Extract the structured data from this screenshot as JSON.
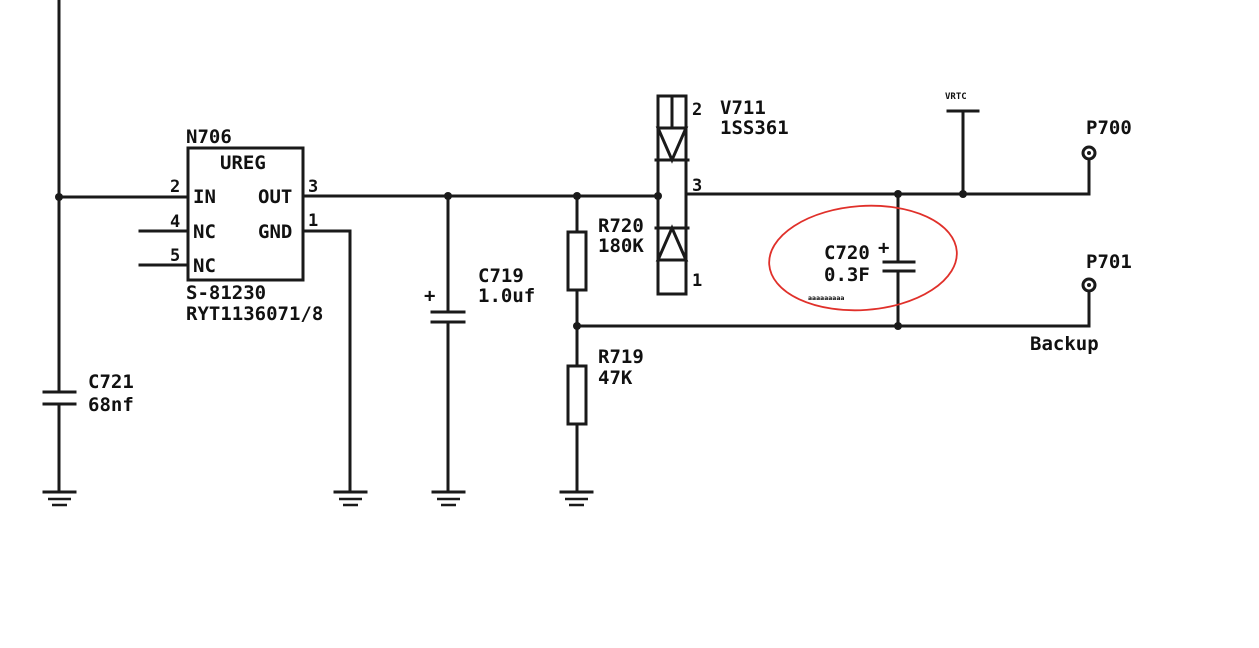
{
  "regulator": {
    "ref": "N706",
    "name": "UREG",
    "pin_in": "IN",
    "pin_out": "OUT",
    "pin_nc1": "NC",
    "pin_nc2": "NC",
    "pin_gnd": "GND",
    "pin_num_in": "2",
    "pin_num_out": "3",
    "pin_num_gnd": "1",
    "pin_num_nc1": "4",
    "pin_num_nc2": "5",
    "part1": "S-81230",
    "part2": "RYT1136071/8"
  },
  "c721": {
    "ref": "C721",
    "value": "68nf"
  },
  "c719": {
    "ref": "C719",
    "value": "1.0uf",
    "polarity": "+"
  },
  "r720": {
    "ref": "R720",
    "value": "180K"
  },
  "r719": {
    "ref": "R719",
    "value": "47K"
  },
  "v711": {
    "ref": "V711",
    "value": "1SS361",
    "pin_top": "2",
    "pin_mid": "3",
    "pin_bot": "1"
  },
  "c720": {
    "ref": "C720",
    "value": "0.3F",
    "polarity": "+",
    "note": "aaaaaaaaa"
  },
  "vrtc": {
    "label": "VRTC"
  },
  "p700": {
    "label": "P700"
  },
  "p701": {
    "label": "P701"
  },
  "backup": {
    "label": "Backup"
  },
  "colors": {
    "ink": "#1a1a1a",
    "markup": "#e0302a"
  }
}
